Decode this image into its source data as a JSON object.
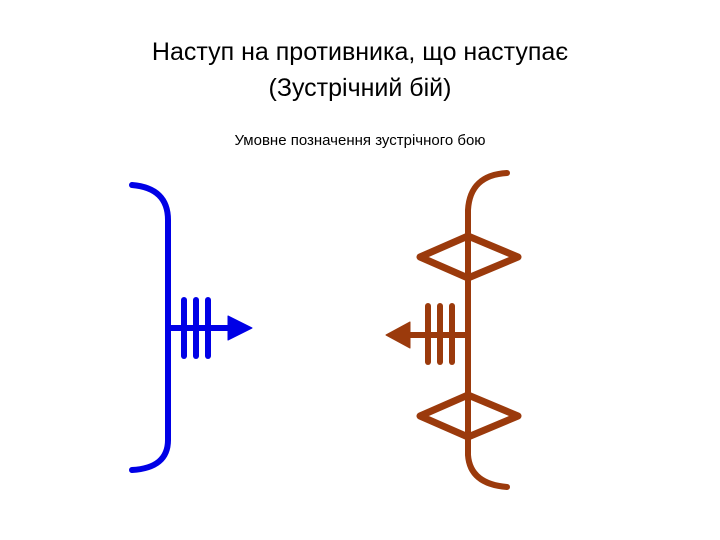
{
  "slide": {
    "title_line1": "Наступ на противника, що наступає",
    "title_line2": "(Зустрічний бій)",
    "subtitle": "Умовне позначення зустрічного бою"
  },
  "colors": {
    "friendly": "#0000e6",
    "enemy": "#9b3a0c",
    "text": "#000000"
  },
  "symbols": [
    {
      "side": "friendly",
      "color_key": "friendly",
      "direction": "right"
    },
    {
      "side": "enemy",
      "color_key": "enemy",
      "direction": "left"
    }
  ]
}
